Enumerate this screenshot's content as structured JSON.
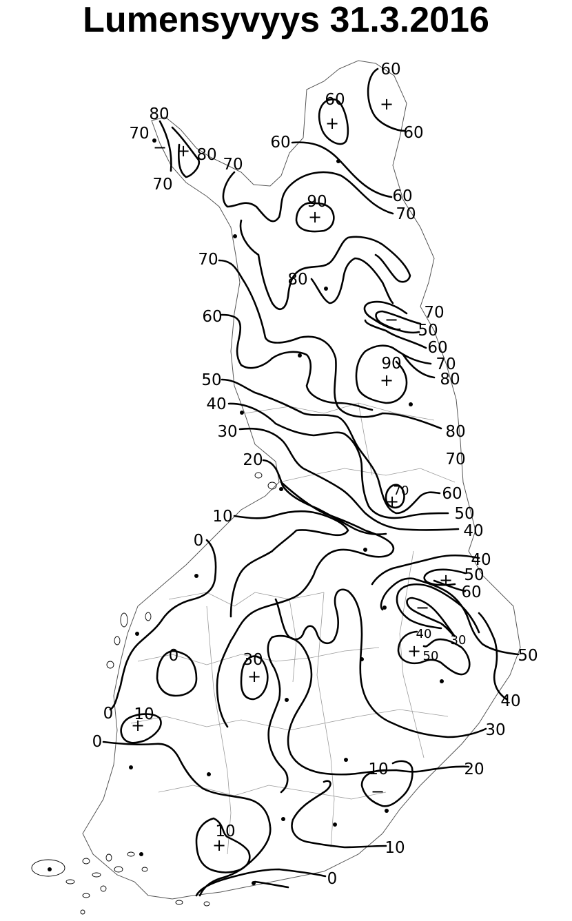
{
  "title": "Lumensyvyys 31.3.2016",
  "colors": {
    "background": "#ffffff",
    "ink": "#000000",
    "border": "#555555",
    "region_lines": "#9a9a9a"
  },
  "isoline_labels": [
    {
      "id": "l01",
      "text": "60"
    },
    {
      "id": "l02",
      "text": "60"
    },
    {
      "id": "l03",
      "text": "60"
    },
    {
      "id": "l04",
      "text": "80"
    },
    {
      "id": "l05",
      "text": "70"
    },
    {
      "id": "l06",
      "text": "80"
    },
    {
      "id": "l07",
      "text": "70"
    },
    {
      "id": "l08",
      "text": "60"
    },
    {
      "id": "l09",
      "text": "70"
    },
    {
      "id": "l10",
      "text": "60"
    },
    {
      "id": "l11",
      "text": "70"
    },
    {
      "id": "l12",
      "text": "90"
    },
    {
      "id": "l13",
      "text": "70"
    },
    {
      "id": "l14",
      "text": "80"
    },
    {
      "id": "l15",
      "text": "70"
    },
    {
      "id": "l16",
      "text": "50"
    },
    {
      "id": "l17",
      "text": "60"
    },
    {
      "id": "l18",
      "text": "60"
    },
    {
      "id": "l19",
      "text": "70"
    },
    {
      "id": "l20",
      "text": "90"
    },
    {
      "id": "l21",
      "text": "80"
    },
    {
      "id": "l22",
      "text": "50"
    },
    {
      "id": "l23",
      "text": "40"
    },
    {
      "id": "l24",
      "text": "30"
    },
    {
      "id": "l25",
      "text": "80"
    },
    {
      "id": "l26",
      "text": "20"
    },
    {
      "id": "l27",
      "text": "70"
    },
    {
      "id": "l28",
      "text": "70"
    },
    {
      "id": "l29",
      "text": "60"
    },
    {
      "id": "l30",
      "text": "10"
    },
    {
      "id": "l31",
      "text": "50"
    },
    {
      "id": "l32",
      "text": "40"
    },
    {
      "id": "l33",
      "text": "0"
    },
    {
      "id": "l34",
      "text": "40"
    },
    {
      "id": "l35",
      "text": "50"
    },
    {
      "id": "l36",
      "text": "60"
    },
    {
      "id": "l37",
      "text": "40"
    },
    {
      "id": "l38",
      "text": "30"
    },
    {
      "id": "l39",
      "text": "50"
    },
    {
      "id": "l40",
      "text": "50"
    },
    {
      "id": "l41",
      "text": "0"
    },
    {
      "id": "l42",
      "text": "30"
    },
    {
      "id": "l43",
      "text": "40"
    },
    {
      "id": "l44",
      "text": "0"
    },
    {
      "id": "l45",
      "text": "10"
    },
    {
      "id": "l46",
      "text": "30"
    },
    {
      "id": "l47",
      "text": "0"
    },
    {
      "id": "l48",
      "text": "10"
    },
    {
      "id": "l49",
      "text": "20"
    },
    {
      "id": "l50",
      "text": "10"
    },
    {
      "id": "l51",
      "text": "10"
    },
    {
      "id": "l52",
      "text": "0"
    }
  ],
  "markers": {
    "plus": "+",
    "minus": "−"
  }
}
